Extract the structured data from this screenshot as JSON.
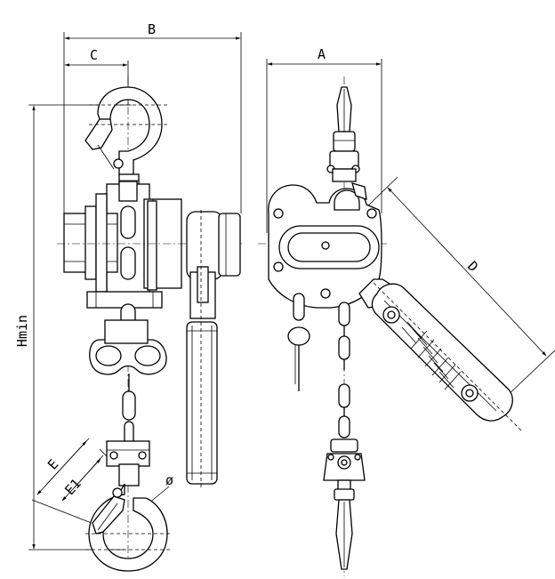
{
  "labels": {
    "A": "A",
    "B": "B",
    "C": "C",
    "D": "D",
    "E": "E",
    "E1": "E1",
    "Hmin": "Hmin",
    "phi": "ø"
  }
}
